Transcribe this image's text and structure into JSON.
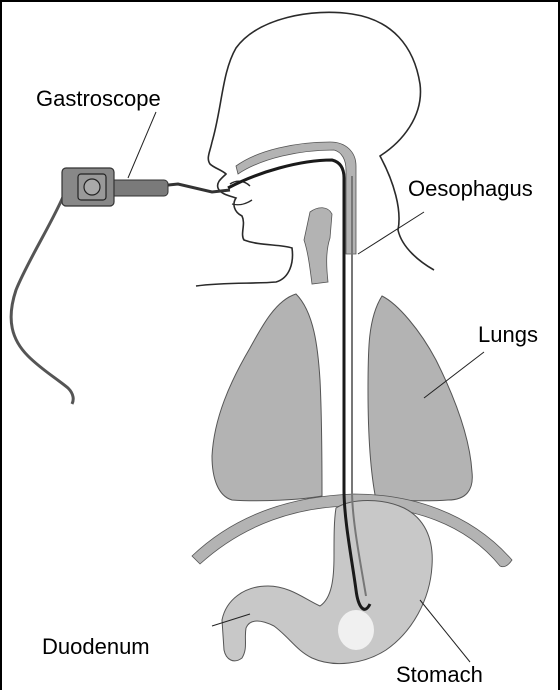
{
  "labels": {
    "gastroscope": "Gastroscope",
    "oesophagus": "Oesophagus",
    "lungs": "Lungs",
    "duodenum": "Duodenum",
    "stomach": "Stomach"
  },
  "colors": {
    "organ_fill": "#b3b3b3",
    "stomach_fill": "#c8c8c8",
    "outline": "#2a2a2a",
    "scope_body": "#7a7a7a"
  }
}
